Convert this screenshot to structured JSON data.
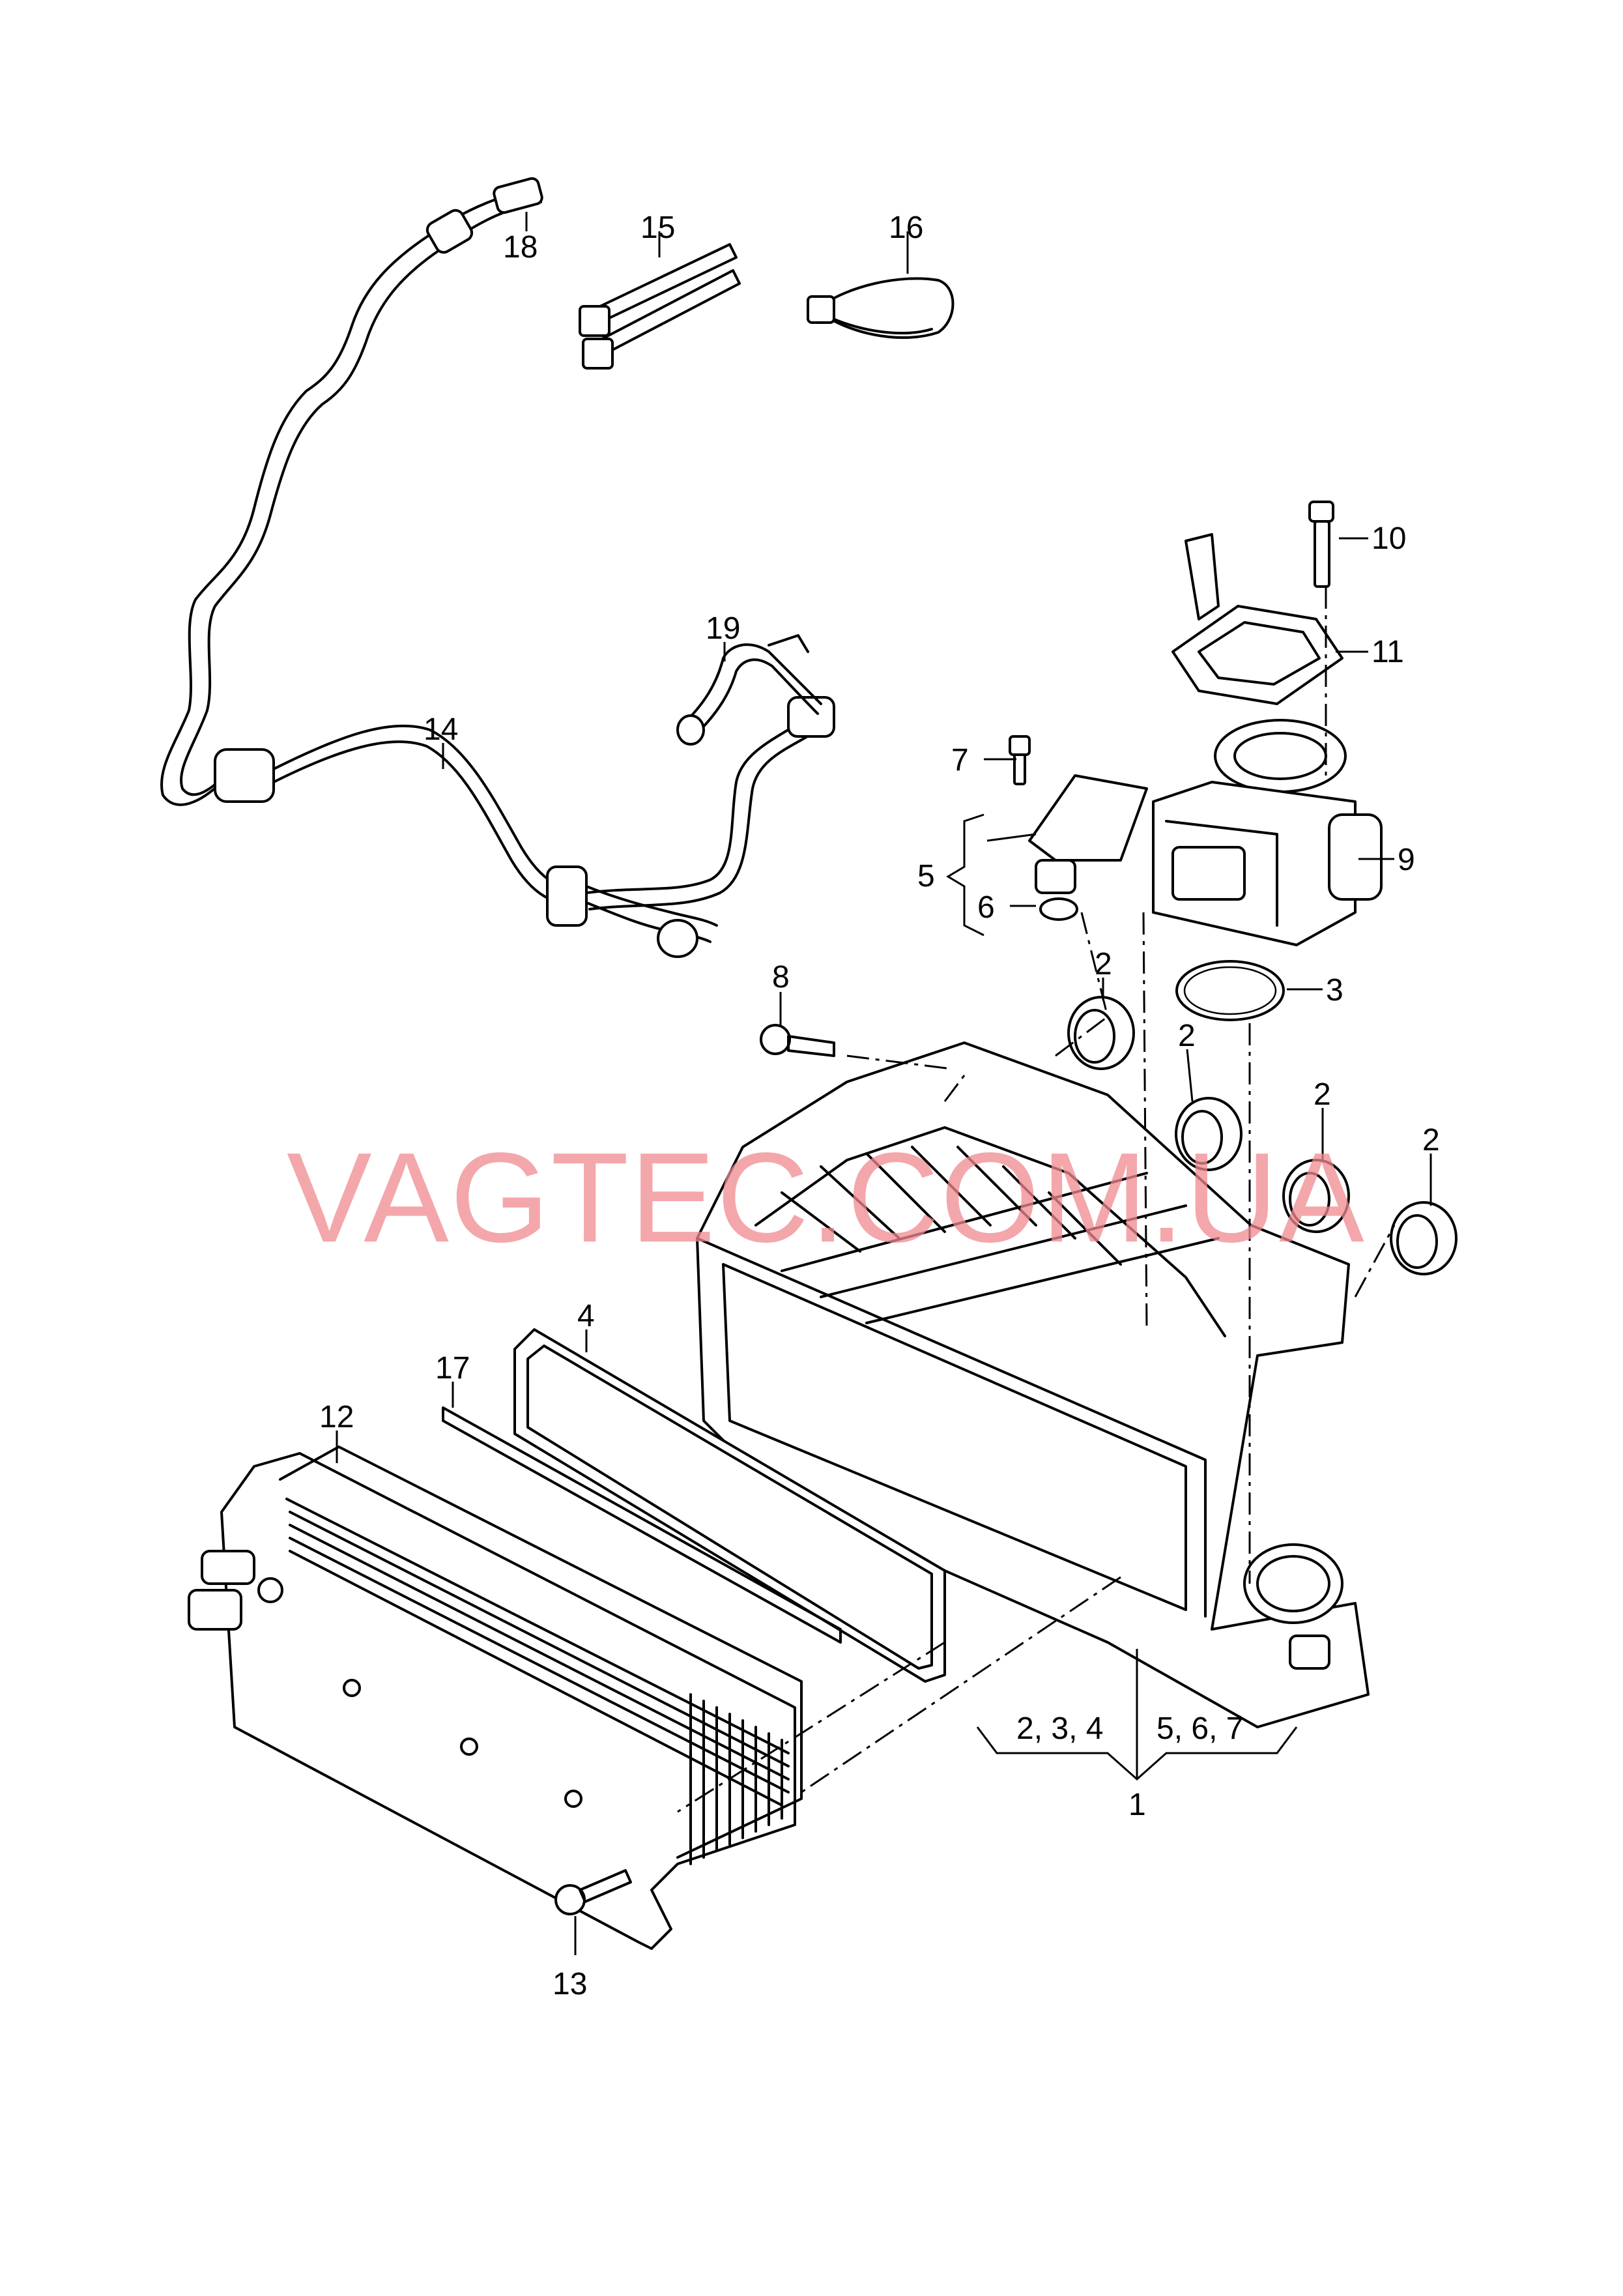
{
  "watermark": "VAGTEC.COM.UA",
  "callouts": {
    "c1": "1",
    "c2a": "2",
    "c2b": "2",
    "c2c": "2",
    "c2d": "2",
    "c3": "3",
    "c4": "4",
    "c5": "5",
    "c6": "6",
    "c7": "7",
    "c8": "8",
    "c9": "9",
    "c10": "10",
    "c11": "11",
    "c12": "12",
    "c13": "13",
    "c14": "14",
    "c15": "15",
    "c16": "16",
    "c17": "17",
    "c18": "18",
    "c19": "19"
  },
  "groups": {
    "left": "2, 3, 4",
    "right": "5, 6, 7"
  }
}
